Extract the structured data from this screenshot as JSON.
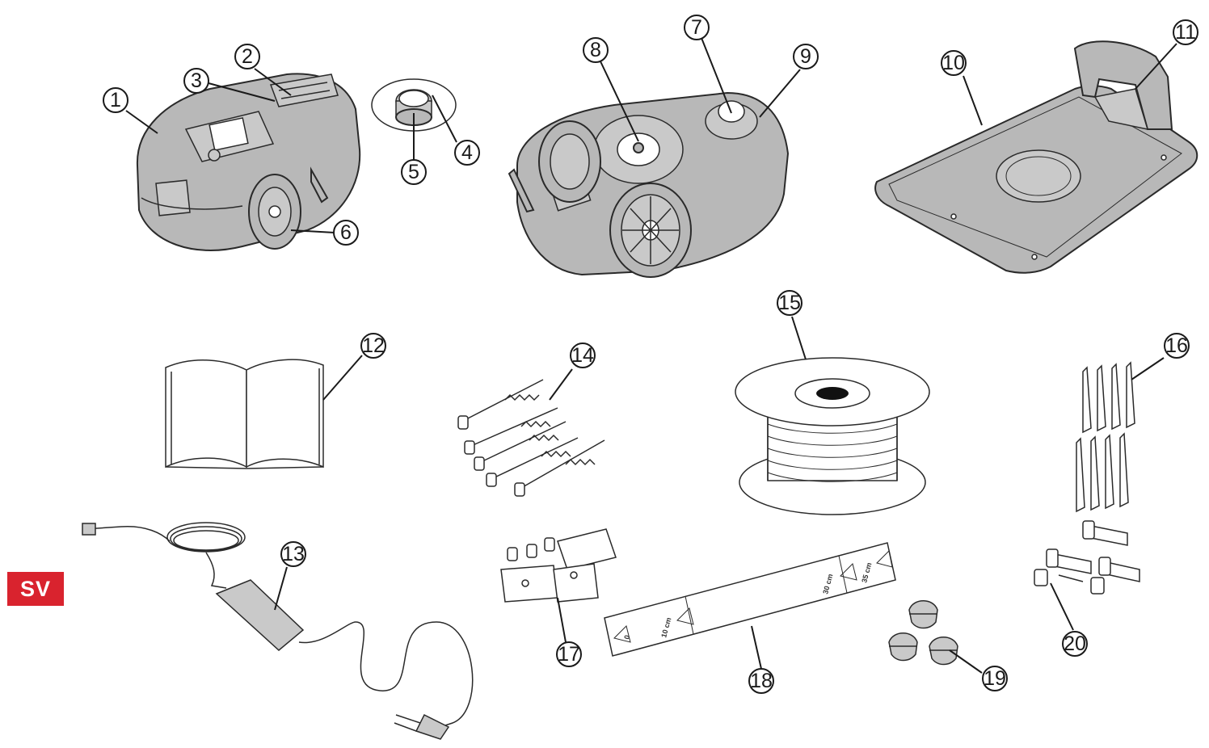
{
  "language_badge": {
    "label": "SV",
    "color": "#d9232e"
  },
  "callouts": [
    {
      "id": "1",
      "label": "1"
    },
    {
      "id": "2",
      "label": "2"
    },
    {
      "id": "3",
      "label": "3"
    },
    {
      "id": "4",
      "label": "4"
    },
    {
      "id": "5",
      "label": "5"
    },
    {
      "id": "6",
      "label": "6"
    },
    {
      "id": "7",
      "label": "7"
    },
    {
      "id": "8",
      "label": "8"
    },
    {
      "id": "9",
      "label": "9"
    },
    {
      "id": "10",
      "label": "10"
    },
    {
      "id": "11",
      "label": "11"
    },
    {
      "id": "12",
      "label": "12"
    },
    {
      "id": "13",
      "label": "13"
    },
    {
      "id": "14",
      "label": "14"
    },
    {
      "id": "15",
      "label": "15"
    },
    {
      "id": "16",
      "label": "16"
    },
    {
      "id": "17",
      "label": "17"
    },
    {
      "id": "18",
      "label": "18"
    },
    {
      "id": "19",
      "label": "19"
    },
    {
      "id": "20",
      "label": "20"
    }
  ],
  "ruler_marks": [
    "0",
    "10 cm",
    "30 cm",
    "35 cm"
  ]
}
